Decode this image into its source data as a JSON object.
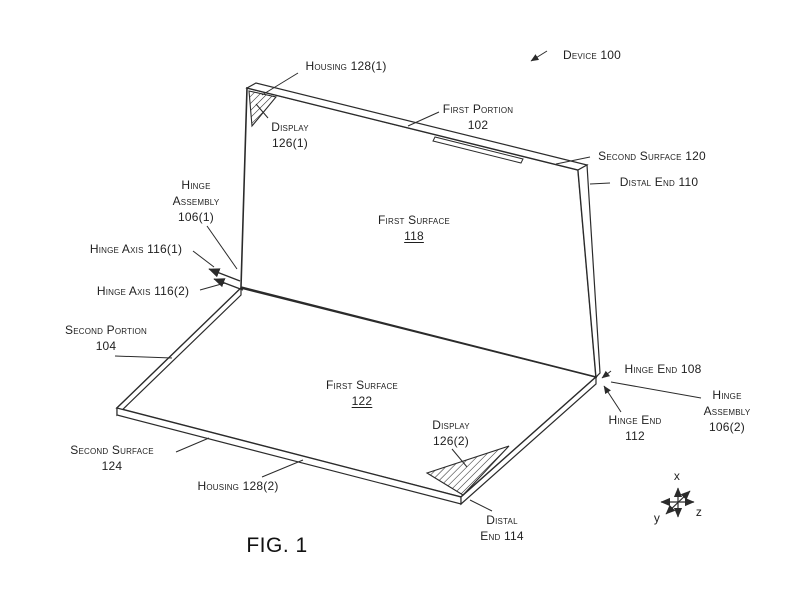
{
  "figure": {
    "caption": "FIG. 1"
  },
  "axes": {
    "x": "x",
    "y": "y",
    "z": "z"
  },
  "labels": {
    "device_100": "Device 100",
    "housing_128_1": "Housing 128(1)",
    "first_portion": {
      "l1": "First Portion",
      "l2": "102"
    },
    "display_126_1": {
      "l1": "Display",
      "l2": "126(1)"
    },
    "second_surface_120": "Second Surface 120",
    "distal_end_110": "Distal End 110",
    "first_surface_118": {
      "l1": "First Surface",
      "l2": "118"
    },
    "hinge_assembly_106_1": {
      "l1": "Hinge",
      "l2": "Assembly",
      "l3": "106(1)"
    },
    "hinge_axis_116_1": "Hinge Axis 116(1)",
    "hinge_axis_116_2": "Hinge Axis 116(2)",
    "second_portion": {
      "l1": "Second Portion",
      "l2": "104"
    },
    "first_surface_122": {
      "l1": "First Surface",
      "l2": "122"
    },
    "second_surface_124": {
      "l1": "Second Surface",
      "l2": "124"
    },
    "housing_128_2": "Housing 128(2)",
    "display_126_2": {
      "l1": "Display",
      "l2": "126(2)"
    },
    "distal_end_114": {
      "l1": "Distal",
      "l2": "End 114"
    },
    "hinge_end_108": "Hinge End 108",
    "hinge_assembly_106_2": {
      "l1": "Hinge",
      "l2": "Assembly",
      "l3": "106(2)"
    },
    "hinge_end_112": {
      "l1": "Hinge End",
      "l2": "112"
    }
  }
}
